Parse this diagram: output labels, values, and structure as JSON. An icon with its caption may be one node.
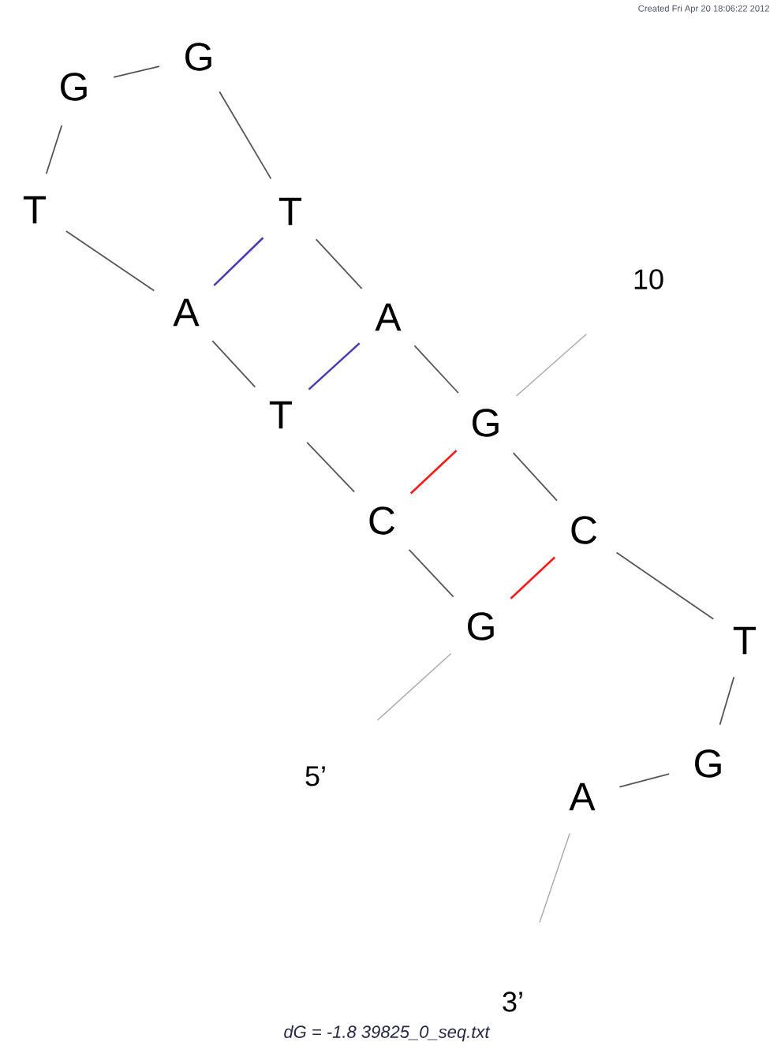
{
  "diagram": {
    "caption": "dG = -1.8 39825_0_seq.txt",
    "nodes": [
      {
        "text": [
          "5’"
        ]
      },
      {
        "text": [
          "G"
        ]
      },
      {
        "text": [
          "C"
        ]
      },
      {
        "text": [
          "T"
        ]
      },
      {
        "text": [
          "A"
        ]
      },
      {
        "text": [
          "T"
        ]
      },
      {
        "text": [
          "G"
        ]
      },
      {
        "text": [
          "G"
        ]
      },
      {
        "text": [
          "T"
        ]
      },
      {
        "text": [
          "A"
        ]
      },
      {
        "text": [
          "G"
        ]
      },
      {
        "text": [
          "C"
        ]
      },
      {
        "text": [
          "T"
        ]
      },
      {
        "text": [
          "G"
        ]
      },
      {
        "text": [
          "A"
        ]
      },
      {
        "text": [
          "3’"
        ]
      },
      {
        "text": [
          "10"
        ]
      }
    ],
    "edges": [
      {
        "from": 0,
        "to": 1,
        "arrow": "none",
        "color": "#a8a8a8"
      },
      {
        "from": 1,
        "to": 2,
        "arrow": "none"
      },
      {
        "from": 2,
        "to": 3,
        "arrow": "none"
      },
      {
        "from": 3,
        "to": 4,
        "arrow": "none"
      },
      {
        "from": 4,
        "to": 5,
        "arrow": "none"
      },
      {
        "from": 5,
        "to": 6,
        "arrow": "none"
      },
      {
        "from": 6,
        "to": 7,
        "arrow": "none"
      },
      {
        "from": 7,
        "to": 8,
        "arrow": "none"
      },
      {
        "from": 8,
        "to": 9,
        "arrow": "none"
      },
      {
        "from": 9,
        "to": 10,
        "arrow": "none"
      },
      {
        "from": 10,
        "to": 11,
        "arrow": "none"
      },
      {
        "from": 11,
        "to": 12,
        "arrow": "none"
      },
      {
        "from": 12,
        "to": 13,
        "arrow": "none"
      },
      {
        "from": 13,
        "to": 14,
        "arrow": "none"
      },
      {
        "from": 14,
        "to": 15,
        "arrow": "none",
        "color": "#a8a8a8"
      },
      {
        "from": 16,
        "to": 10,
        "arrow": "none",
        "color": "#a8a8a8"
      },
      {
        "from": 8,
        "to": 4,
        "arrow": "none",
        "color": "#4b3cb4"
      },
      {
        "from": 9,
        "to": 3,
        "arrow": "none",
        "color": "#4b3cb4"
      },
      {
        "from": 10,
        "to": 2,
        "arrow": "none",
        "color": "#ff1a1a"
      },
      {
        "from": 11,
        "to": 1,
        "arrow": "none",
        "color": "#ff1a1a"
      }
    ],
    "labels": [
      "Created Fri Apr 20 18:06:22 2012"
    ]
  }
}
